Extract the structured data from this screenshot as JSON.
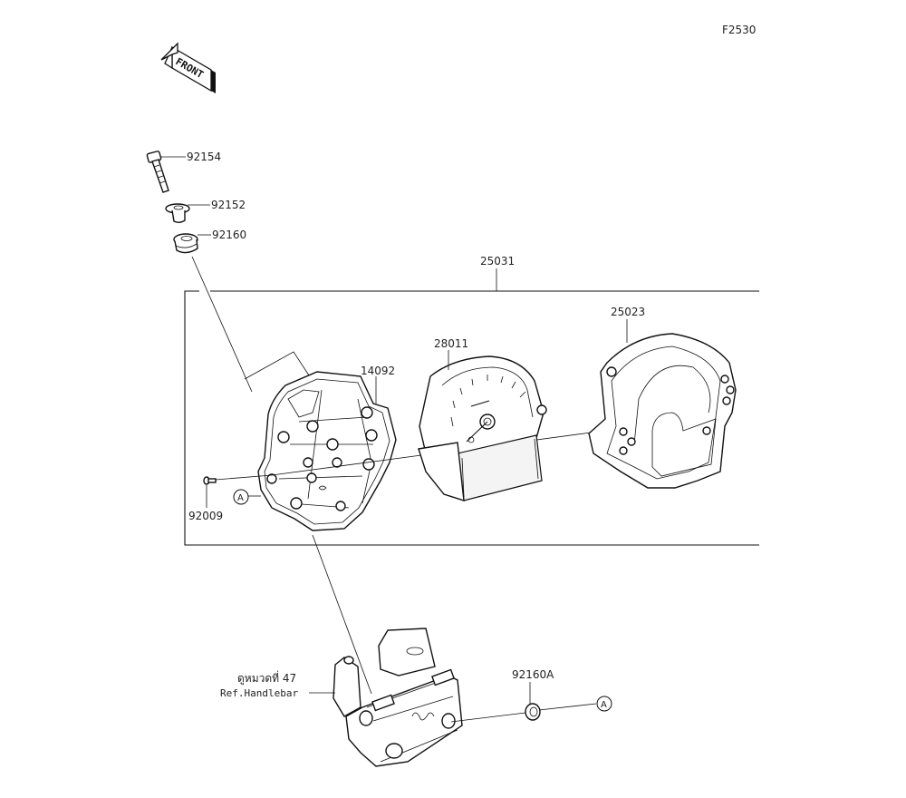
{
  "diagram": {
    "code": "F2530",
    "front_arrow": {
      "label": "FRONT",
      "icon": "front-direction-arrow-icon"
    },
    "assembly": {
      "part_no": "25031"
    },
    "parts": [
      {
        "id": "bolt",
        "part_no": "92154",
        "icon": "bolt-icon"
      },
      {
        "id": "collar",
        "part_no": "92152",
        "icon": "collar-icon"
      },
      {
        "id": "grommet",
        "part_no": "92160",
        "icon": "grommet-icon"
      },
      {
        "id": "case-lower",
        "part_no": "14092",
        "icon": "meter-case-icon"
      },
      {
        "id": "meter-unit",
        "part_no": "28011",
        "icon": "speedometer-icon"
      },
      {
        "id": "case-upper",
        "part_no": "25023",
        "icon": "meter-cover-icon"
      },
      {
        "id": "screw",
        "part_no": "92009",
        "icon": "screw-icon"
      },
      {
        "id": "grommet-a",
        "part_no": "92160A",
        "icon": "grommet-icon"
      }
    ],
    "reference_markers": [
      "A",
      "A"
    ],
    "bracket_reference": {
      "line1": "ดูหมวดที่ 47",
      "line2": "Ref.Handlebar",
      "icon": "handlebar-bracket-icon"
    }
  }
}
